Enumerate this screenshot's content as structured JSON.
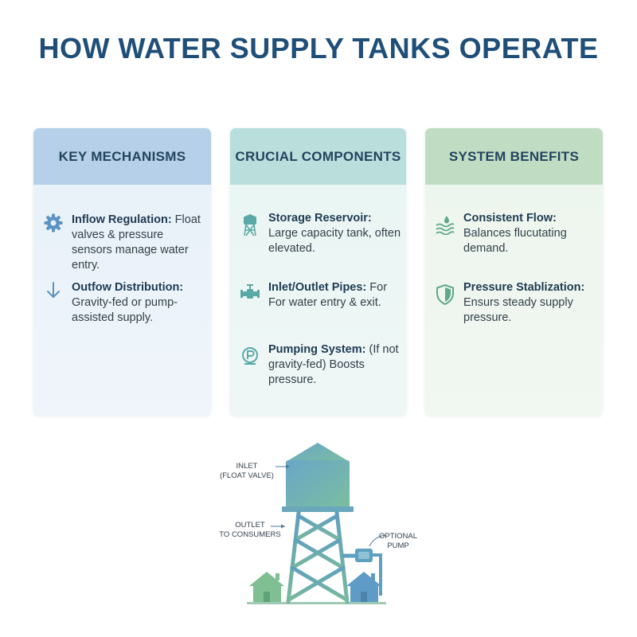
{
  "title": "HOW WATER SUPPLY TANKS OPERATE",
  "columns": [
    {
      "header": "KEY MECHANISMS",
      "items": [
        {
          "icon": "gear-icon",
          "label": "Inflow Regulation:",
          "text": " Float valves & pressure sensors manage water entry."
        },
        {
          "icon": "arrow-down-icon",
          "label": "Outfow Distribution:",
          "text": " Gravity-fed or pump-assisted supply."
        }
      ]
    },
    {
      "header": "CRUCIAL COMPONENTS",
      "items": [
        {
          "icon": "water-tower-icon",
          "label": "Storage Reservoir:",
          "text": " Large capacity tank, often elevated."
        },
        {
          "icon": "pipe-valve-icon",
          "label": "Inlet/Outlet Pipes:",
          "text": " For For water entry & exit."
        },
        {
          "icon": "pump-icon",
          "label": "Pumping System:",
          "text": " (If not gravity-fed) Boosts pressure."
        }
      ]
    },
    {
      "header": "SYSTEM BENEFITS",
      "items": [
        {
          "icon": "water-flow-icon",
          "label": "Consistent Flow:",
          "text": " Balances flucutating demand."
        },
        {
          "icon": "shield-icon",
          "label": "Pressure Stablization:",
          "text": " Ensurs steady supply pressure."
        }
      ]
    }
  ],
  "diagram": {
    "inlet_label": "INLET",
    "inlet_sub": "(FLOAT VALVE)",
    "outlet_label": "OUTLET",
    "outlet_sub": "TO CONSUMERS",
    "pump_label": "OPTIONAL",
    "pump_sub": "PUMP"
  },
  "colors": {
    "title": "#1f4f78",
    "mechanisms_header": "#b5d0e8",
    "components_header": "#b9dedb",
    "benefits_header": "#c0ddc4",
    "icon_blue": "#5b93c4",
    "icon_teal": "#5ba9a6",
    "icon_green": "#5fa987"
  }
}
